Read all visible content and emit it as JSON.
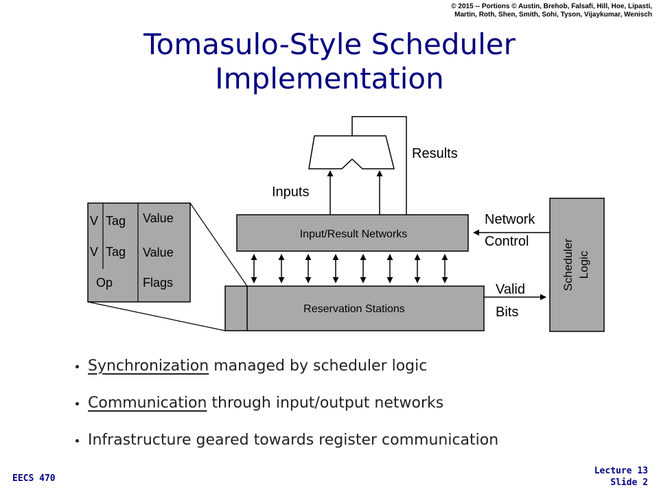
{
  "copyright": {
    "line1": "© 2015 -- Portions © Austin, Brehob, Falsafi, Hill, Hoe, Lipasti,",
    "line2": "Martin, Roth, Shen, Smith, Sohi, Tyson, Vijaykumar, Wenisch"
  },
  "title": {
    "line1": "Tomasulo-Style Scheduler",
    "line2": "Implementation"
  },
  "diagram": {
    "results_label": "Results",
    "inputs_label": "Inputs",
    "networks_label": "Input/Result Networks",
    "rs_label": "Reservation Stations",
    "network_control_line1": "Network",
    "network_control_line2": "Control",
    "valid_bits_line1": "Valid",
    "valid_bits_line2": "Bits",
    "scheduler_line1": "Scheduler",
    "scheduler_line2": "Logic",
    "entry": {
      "v1": "V",
      "tag1": "Tag",
      "value1": "Value",
      "v2": "V",
      "tag2": "Tag",
      "value2": "Value",
      "op": "Op",
      "flags": "Flags"
    }
  },
  "bullets": [
    {
      "underlined": "Synchronization",
      "rest": " managed by scheduler logic"
    },
    {
      "underlined": "Communication",
      "rest": " through input/output networks"
    },
    {
      "underlined": "",
      "rest": "Infrastructure geared towards register communication"
    }
  ],
  "footer": {
    "course": "EECS 470",
    "lecture": "Lecture 13",
    "slide": "Slide 2"
  }
}
